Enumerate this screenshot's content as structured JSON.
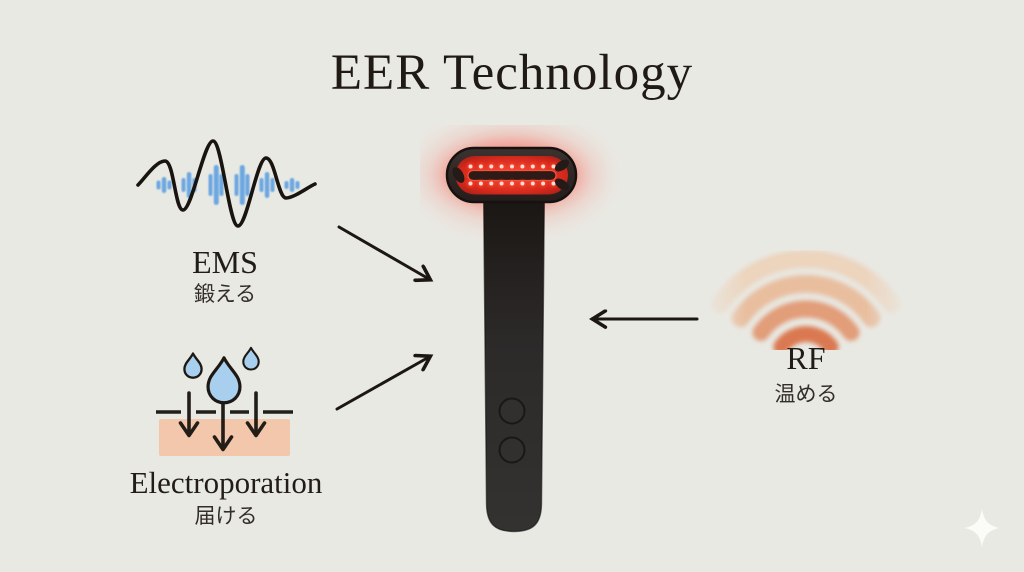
{
  "title": "EER Technology",
  "features": {
    "ems": {
      "name": "EMS",
      "description_ja": "鍛える",
      "icon": "ems-pulse-waveform-icon"
    },
    "electroporation": {
      "name": "Electroporation",
      "description_ja": "届ける",
      "icon": "droplets-absorb-into-skin-icon"
    },
    "rf": {
      "name": "RF",
      "description_ja": "温める",
      "icon": "radio-frequency-heat-waves-icon"
    }
  },
  "device": {
    "type": "facial-wand-with-red-led-head",
    "led_rows": 2,
    "leds_per_row": 9,
    "buttons": 2
  },
  "arrows": [
    {
      "from": "ems",
      "to": "device",
      "direction": "down-right"
    },
    {
      "from": "electroporation",
      "to": "device",
      "direction": "up-right"
    },
    {
      "from": "rf",
      "to": "device",
      "direction": "left"
    }
  ],
  "colors": {
    "background": "#e9e9e3",
    "text": "#201a15",
    "wave_line": "#19140f",
    "pulse_blue": "#5b9fe2",
    "droplet_blue": "#a9cfee",
    "skin_tone": "#f2c7ab",
    "rf_orange": "#d9734a",
    "device_body": "#2e2b2a",
    "led_red": "#e8352a",
    "arrow": "#1c1712",
    "sparkle": "#fcfcf8"
  }
}
